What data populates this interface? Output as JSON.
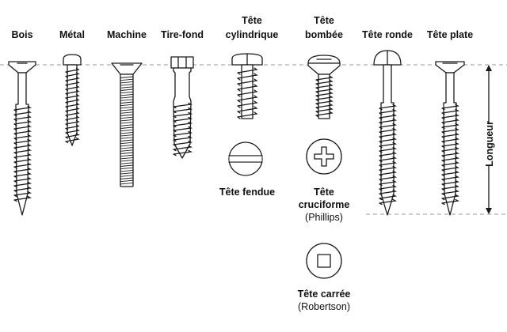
{
  "screws": [
    {
      "name": "Bois"
    },
    {
      "name": "Métal"
    },
    {
      "name": "Machine"
    },
    {
      "name": "Tire-fond"
    },
    {
      "name": "Tête cylindrique",
      "name_lines": [
        "Tête",
        "cylindrique"
      ]
    },
    {
      "name": "Tête bombée",
      "name_lines": [
        "Tête",
        "bombée"
      ]
    },
    {
      "name": "Tête ronde"
    },
    {
      "name": "Tête plate"
    }
  ],
  "drives": [
    {
      "name": "Tête fendue",
      "icon": "slotted-drive-icon"
    },
    {
      "name": "Tête cruciforme (Phillips)",
      "name_lines": [
        "Tête",
        "cruciforme"
      ],
      "sub": "(Phillips)",
      "icon": "phillips-drive-icon"
    },
    {
      "name": "Tête carrée (Robertson)",
      "name_lines": [
        "Tête carrée"
      ],
      "sub": "(Robertson)",
      "icon": "robertson-drive-icon"
    }
  ],
  "length_label": "Longueur",
  "colors": {
    "stroke": "#1a1a1a",
    "guide": "#9a9a9a",
    "background": "#ffffff"
  }
}
